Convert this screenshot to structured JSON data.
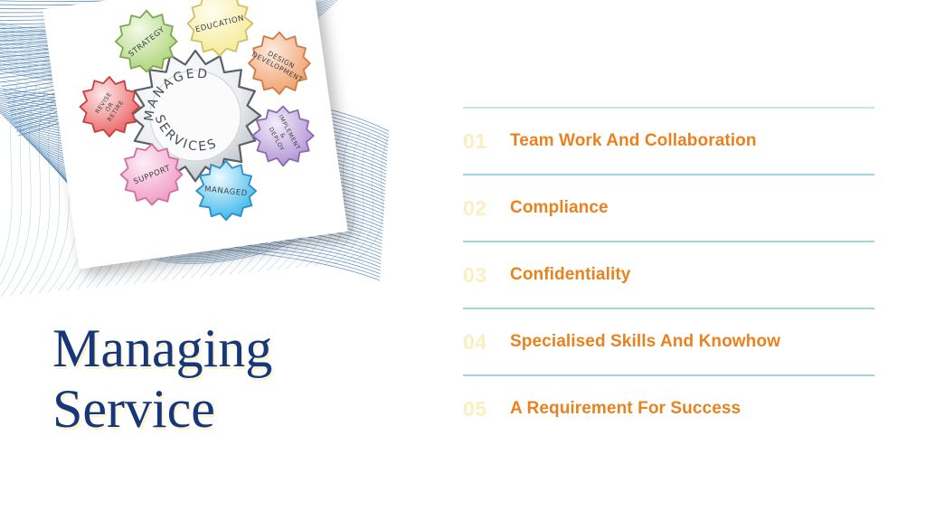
{
  "slide": {
    "title_lines": [
      "Managing",
      "Service"
    ],
    "title_color": "#16377a",
    "title_shadow_color": "#fdf3cf",
    "background_color": "#ffffff"
  },
  "decor": {
    "lineart_name": "blue-wireframe-ribbon",
    "lineart_color": "#3a74ad"
  },
  "photo": {
    "name": "managed-services-gears-illustration",
    "center_gear_line1": "MANAGED",
    "center_gear_line2": "SERVICES",
    "center_gear_color": "#d8dade",
    "gears": [
      {
        "label": "STRATEGY",
        "color": "#c3e09b"
      },
      {
        "label": "EDUCATION",
        "color": "#fbf2ae"
      },
      {
        "label": "DESIGN DEVELOPMENT",
        "color": "#f6b183"
      },
      {
        "label": "IMPLEMENT & DEPLOY",
        "color": "#c2a8dd"
      },
      {
        "label": "MANAGED",
        "color": "#66c7f0"
      },
      {
        "label": "SUPPORT",
        "color": "#f3a9cc"
      },
      {
        "label": "REVISE OR RETIRE",
        "color": "#f07070"
      }
    ]
  },
  "agenda": {
    "accent_color": "#e8821e",
    "number_color": "#fdeec0",
    "divider_color": "#a6d4de",
    "rows": [
      {
        "number": "01",
        "label": "Team Work And Collaboration"
      },
      {
        "number": "02",
        "label": "Compliance"
      },
      {
        "number": "03",
        "label": "Confidentiality"
      },
      {
        "number": "04",
        "label": "Specialised Skills And Knowhow"
      },
      {
        "number": "05",
        "label": "A Requirement For Success"
      }
    ]
  }
}
